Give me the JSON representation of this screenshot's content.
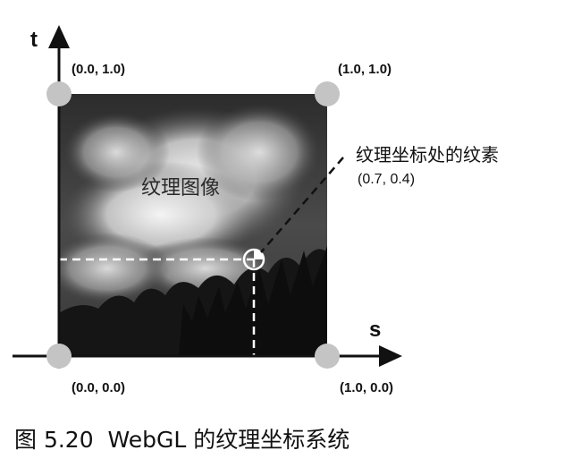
{
  "axes": {
    "t_label": "t",
    "s_label": "s"
  },
  "corners": {
    "top_left": "(0.0, 1.0)",
    "top_right": "(1.0, 1.0)",
    "bottom_left": "(0.0, 0.0)",
    "bottom_right": "(1.0, 0.0)"
  },
  "texture": {
    "label": "纹理图像"
  },
  "texel": {
    "label": "纹理坐标处的纹素",
    "coord_text": "(0.7, 0.4)",
    "s": 0.7,
    "t": 0.4
  },
  "caption": "图 5.20  WebGL 的纹理坐标系统",
  "colors": {
    "ink": "#111111",
    "corner_marker": "#c4c4c4",
    "guide_line": "#ffffff"
  }
}
